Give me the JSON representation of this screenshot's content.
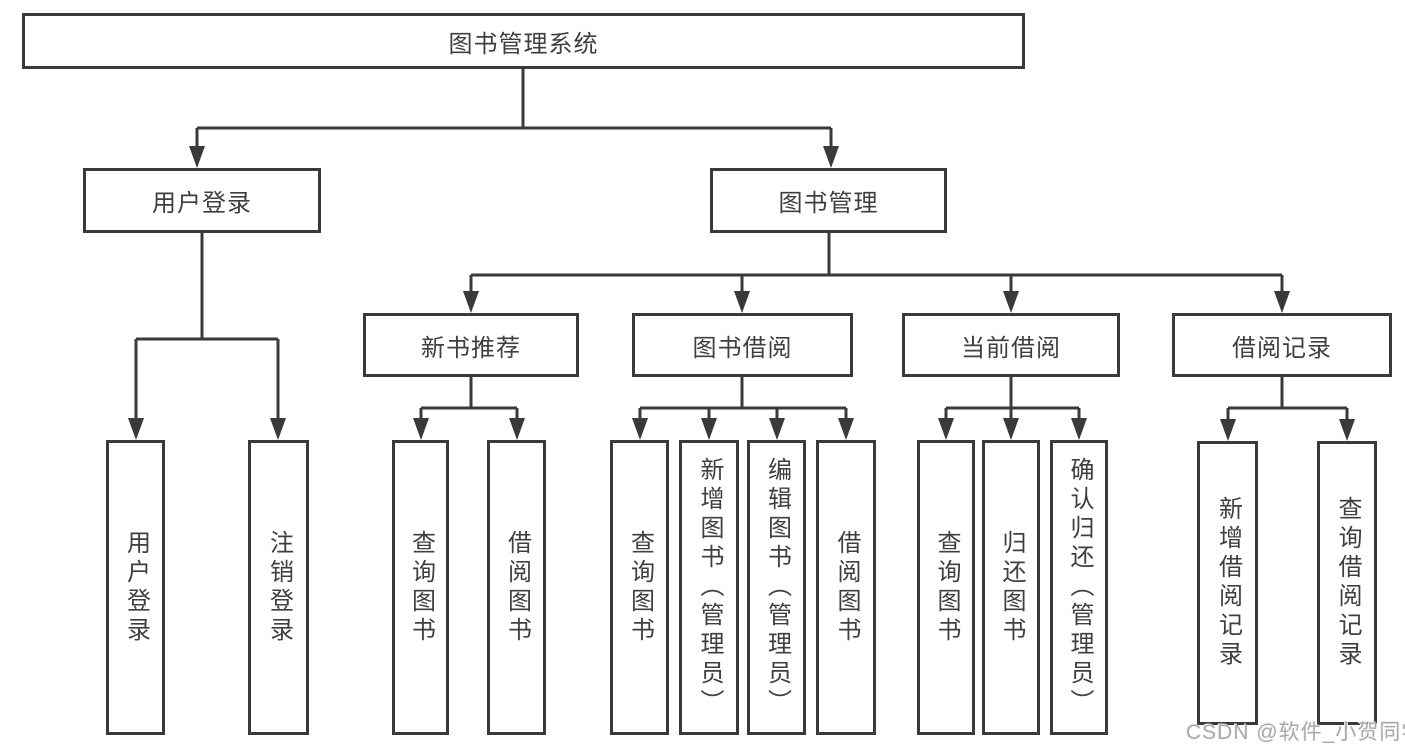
{
  "diagram": {
    "type": "tree-diagram",
    "colors": {
      "line": "#3a3a3a",
      "box_border": "#3a3a3a",
      "text": "#3f3f3f",
      "background": "#ffffff",
      "watermark": "#a9a9a9"
    },
    "tree": {
      "label": "图书管理系统",
      "children": [
        {
          "label": "用户登录",
          "children": [
            {
              "label": "用户登录"
            },
            {
              "label": "注销登录"
            }
          ]
        },
        {
          "label": "图书管理",
          "children": [
            {
              "label": "新书推荐",
              "children": [
                {
                  "label": "查询图书"
                },
                {
                  "label": "借阅图书"
                }
              ]
            },
            {
              "label": "图书借阅",
              "children": [
                {
                  "label": "查询图书"
                },
                {
                  "label": "新增图书（管理员）"
                },
                {
                  "label": "编辑图书（管理员）"
                },
                {
                  "label": "借阅图书"
                }
              ]
            },
            {
              "label": "当前借阅",
              "children": [
                {
                  "label": "查询图书"
                },
                {
                  "label": "归还图书"
                },
                {
                  "label": "确认归还（管理员）"
                }
              ]
            },
            {
              "label": "借阅记录",
              "children": [
                {
                  "label": "新增借阅记录"
                },
                {
                  "label": "查询借阅记录"
                }
              ]
            }
          ]
        }
      ]
    },
    "watermark": {
      "text": "CSDN @软件_小贺同学"
    }
  }
}
